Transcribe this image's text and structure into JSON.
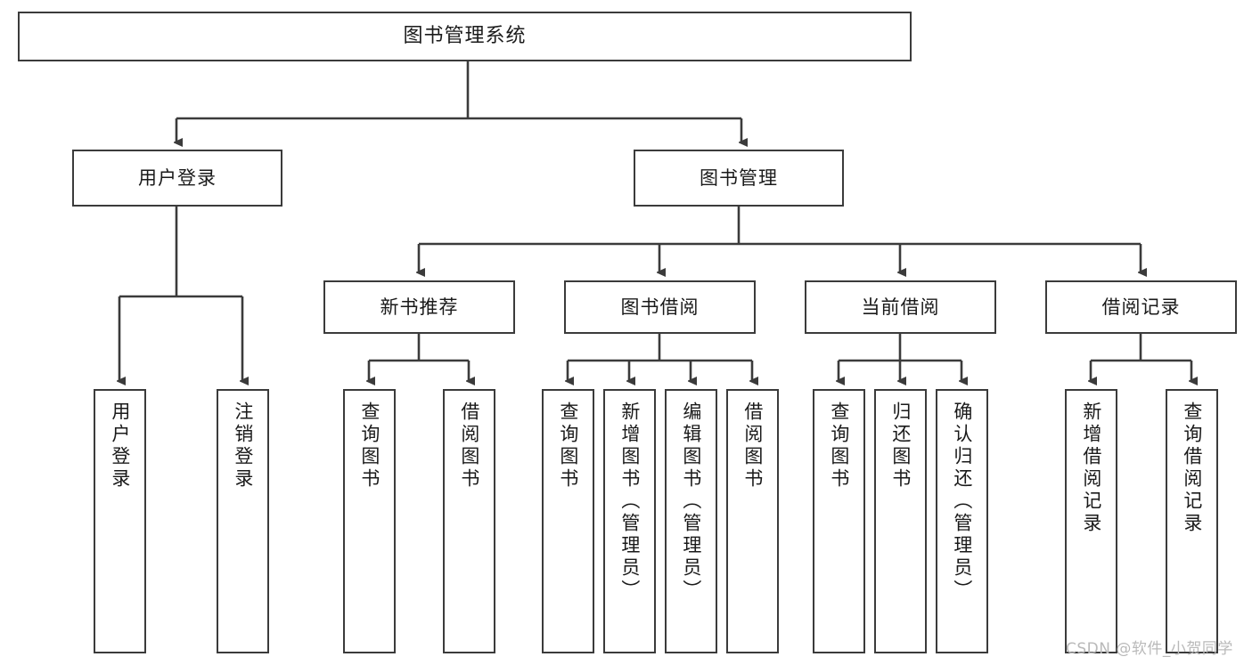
{
  "diagram": {
    "title": "图书管理系统",
    "type": "tree",
    "orientation": "top-down",
    "colors": {
      "box_border": "#3b3b3b",
      "box_fill": "#ffffff",
      "connector": "#3b3b3b",
      "text": "#1a1a1a",
      "watermark": "#b9b9b9",
      "background": "#ffffff"
    }
  },
  "nodes": {
    "root": {
      "label": "图书管理系统"
    },
    "level2": [
      {
        "id": "user-login",
        "label": "用户登录"
      },
      {
        "id": "book-manage",
        "label": "图书管理"
      }
    ],
    "level3": [
      {
        "id": "new-book-recommend",
        "label": "新书推荐"
      },
      {
        "id": "book-borrow",
        "label": "图书借阅"
      },
      {
        "id": "current-borrow",
        "label": "当前借阅"
      },
      {
        "id": "borrow-record",
        "label": "借阅记录"
      }
    ],
    "leaves": {
      "user-login": [
        {
          "id": "leaf-user-login",
          "label": "用户登录"
        },
        {
          "id": "leaf-logout-login",
          "label": "注销登录"
        }
      ],
      "new-book-recommend": [
        {
          "id": "leaf-query-book-1",
          "label": "查询图书"
        },
        {
          "id": "leaf-borrow-book-1",
          "label": "借阅图书"
        }
      ],
      "book-borrow": [
        {
          "id": "leaf-query-book-2",
          "label": "查询图书"
        },
        {
          "id": "leaf-add-book",
          "label": "新增图书（管理员）"
        },
        {
          "id": "leaf-edit-book",
          "label": "编辑图书（管理员）"
        },
        {
          "id": "leaf-borrow-book-2",
          "label": "借阅图书"
        }
      ],
      "current-borrow": [
        {
          "id": "leaf-query-book-3",
          "label": "查询图书"
        },
        {
          "id": "leaf-return-book",
          "label": "归还图书"
        },
        {
          "id": "leaf-confirm-return",
          "label": "确认归还（管理员）"
        }
      ],
      "borrow-record": [
        {
          "id": "leaf-add-record",
          "label": "新增借阅记录"
        },
        {
          "id": "leaf-query-record",
          "label": "查询借阅记录"
        }
      ]
    }
  },
  "watermark": {
    "text": "CSDN @软件_小贺同学"
  }
}
